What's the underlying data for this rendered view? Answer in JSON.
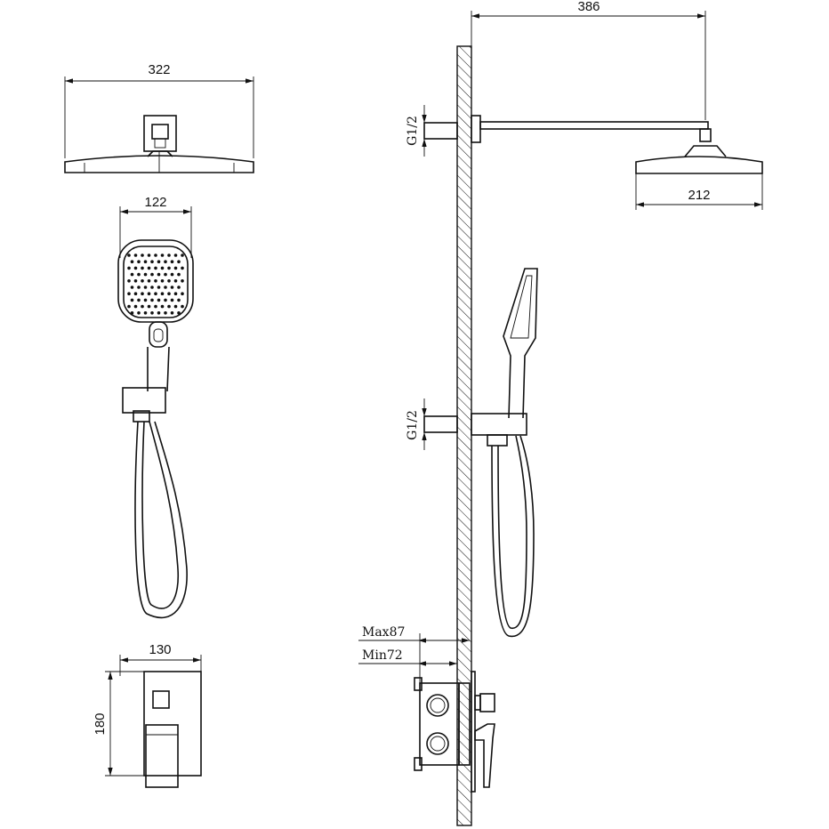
{
  "dimensions": {
    "overhead_width": "322",
    "handshower_width": "122",
    "mixer_width": "130",
    "mixer_height": "180",
    "arm_length": "386",
    "head_side_width": "212",
    "inlet_top": "G1/2",
    "inlet_bottom": "G1/2",
    "depth_max": "Max87",
    "depth_min": "Min72"
  },
  "colors": {
    "line": "#111111",
    "background": "#ffffff"
  }
}
